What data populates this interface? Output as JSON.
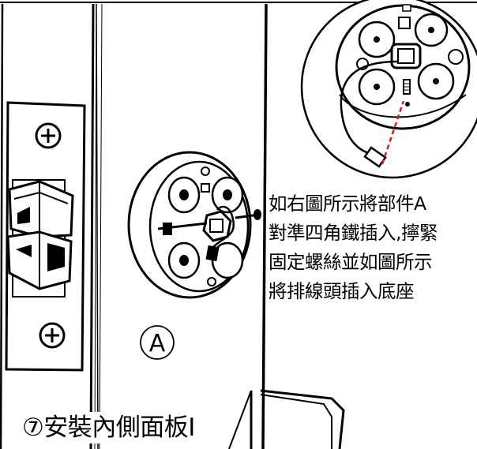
{
  "instructions": {
    "line1": "如右圖所示將部件A",
    "line2": "對準四角鐵插入,擰緊",
    "line3": "固定螺絲並如圖所示",
    "line4": "將排線頭插入底座"
  },
  "part_label": "A",
  "step_title": "⑦安裝內側面板I",
  "icons": [
    "screw-head-icon",
    "circled-letter-a-icon",
    "ribbon-cable-connector-icon"
  ],
  "colors": {
    "line": "#000000",
    "background": "#ffffff",
    "dashed_guide": "#d62020"
  }
}
